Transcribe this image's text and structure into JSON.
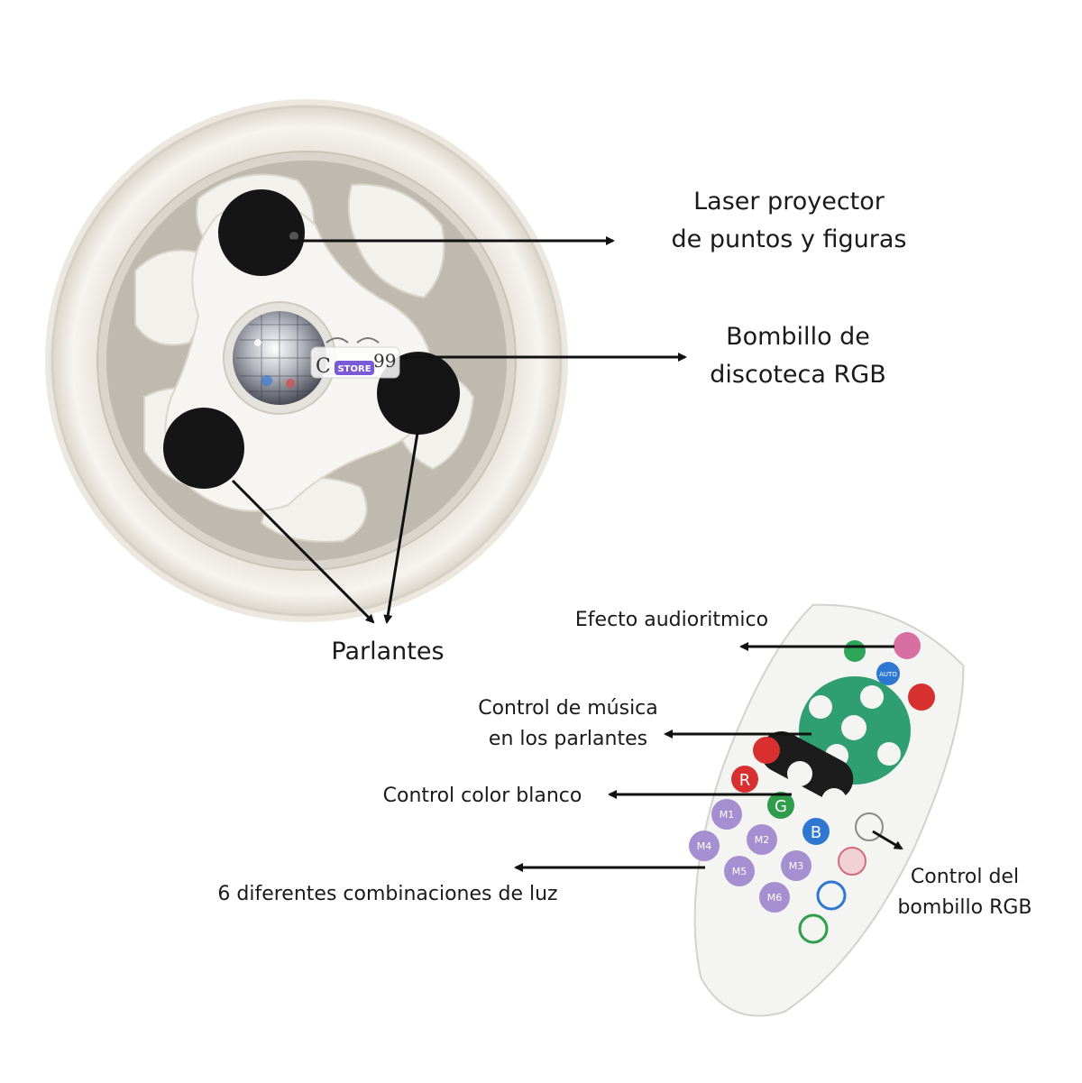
{
  "watermark": {
    "text_left": "C",
    "text_right": "99",
    "badge": "STORE"
  },
  "labels": {
    "laser": [
      "Laser proyector",
      "de puntos y figuras"
    ],
    "disco": [
      "Bombillo de",
      "discoteca RGB"
    ],
    "speakers": [
      "Parlantes"
    ],
    "audio_effect": [
      "Efecto audioritmico"
    ],
    "music_control": [
      "Control de música",
      "en los parlantes"
    ],
    "white_control": [
      "Control color blanco"
    ],
    "light_combos": [
      "6 diferentes combinaciones de luz"
    ],
    "rgb_control": [
      "Control del",
      "bombillo RGB"
    ]
  },
  "remote": {
    "rgb_buttons": [
      "R",
      "G",
      "B"
    ],
    "mode_buttons": [
      "M1",
      "M2",
      "M3",
      "M4",
      "M5",
      "M6"
    ],
    "auto_button": "AUTO"
  },
  "colors": {
    "ring": "#f1eee7",
    "speaker": "#151515",
    "remote_body": "#f4f4f2",
    "music_pad": "#2f9e73",
    "red": "#d8302f",
    "green": "#2f9d4b",
    "blue": "#2f78d1",
    "purple": "#a58fd0"
  }
}
